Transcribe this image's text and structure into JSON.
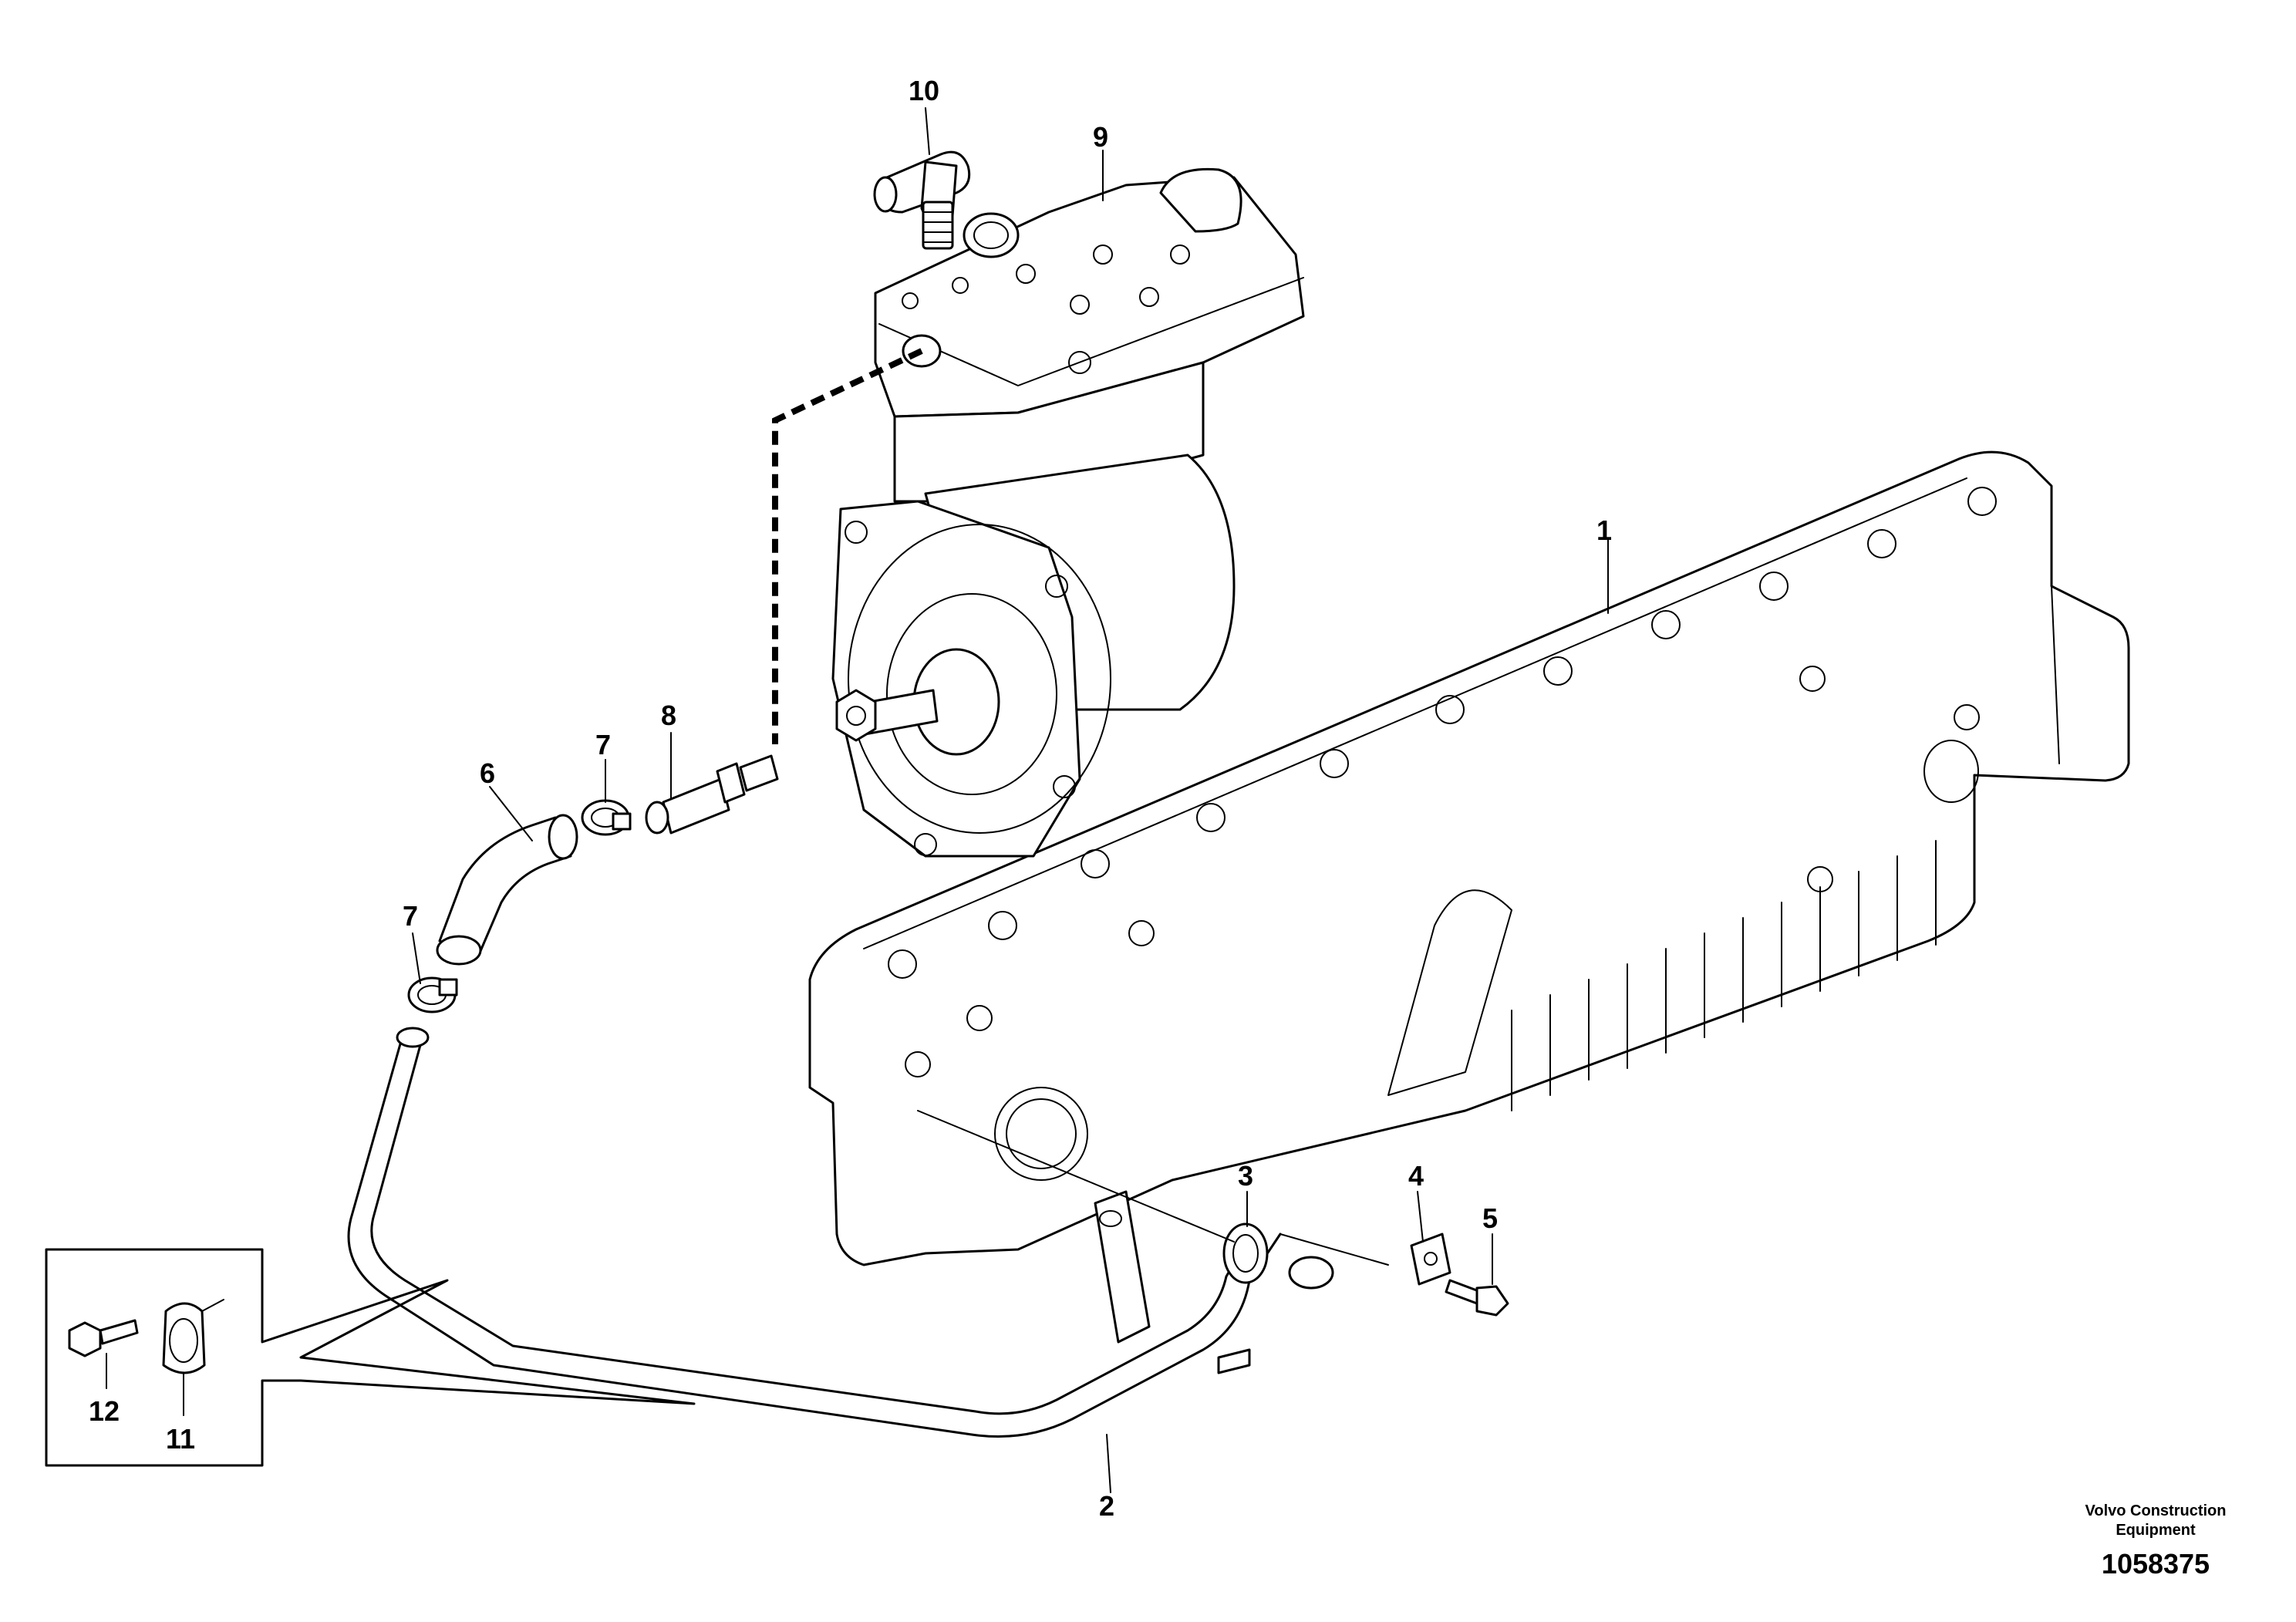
{
  "callouts": {
    "c1": "1",
    "c2": "2",
    "c3": "3",
    "c4": "4",
    "c5": "5",
    "c6": "6",
    "c7a": "7",
    "c7b": "7",
    "c8": "8",
    "c9": "9",
    "c10": "10",
    "c11": "11",
    "c12": "12"
  },
  "footer": {
    "company_line1": "Volvo Construction",
    "company_line2": "Equipment",
    "drawing_number": "1058375"
  }
}
